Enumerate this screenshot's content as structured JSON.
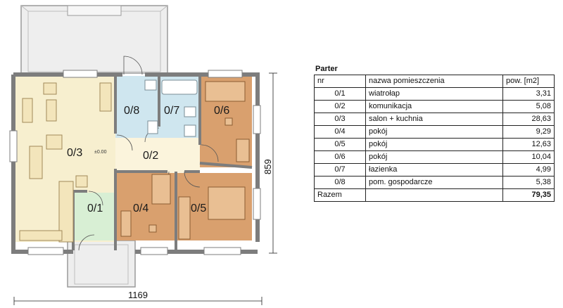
{
  "plan": {
    "rooms": [
      {
        "id": "0/1",
        "label": "0/1"
      },
      {
        "id": "0/2",
        "label": "0/2"
      },
      {
        "id": "0/3",
        "label": "0/3"
      },
      {
        "id": "0/4",
        "label": "0/4"
      },
      {
        "id": "0/5",
        "label": "0/5"
      },
      {
        "id": "0/6",
        "label": "0/6"
      },
      {
        "id": "0/7",
        "label": "0/7"
      },
      {
        "id": "0/8",
        "label": "0/8"
      }
    ],
    "level_mark": "±0.00",
    "dim_width": "1169",
    "dim_height": "859",
    "colors": {
      "salon": "#f7efcf",
      "bathroom": "#cfe6ef",
      "hall": "#fbf4dc",
      "vestibule": "#d8efd4",
      "bedroom": "#d9a06e",
      "wall": "#7d7d7d",
      "terrace": "#eeeeee"
    }
  },
  "table": {
    "title": "Parter",
    "headers": {
      "nr": "nr",
      "name": "nazwa pomieszczenia",
      "area": "pow. [m2]"
    },
    "rows": [
      {
        "nr": "0/1",
        "name": "wiatrołap",
        "area": "3,31"
      },
      {
        "nr": "0/2",
        "name": "komunikacja",
        "area": "5,08"
      },
      {
        "nr": "0/3",
        "name": "salon + kuchnia",
        "area": "28,63"
      },
      {
        "nr": "0/4",
        "name": "pokój",
        "area": "9,29"
      },
      {
        "nr": "0/5",
        "name": "pokój",
        "area": "12,63"
      },
      {
        "nr": "0/6",
        "name": "pokój",
        "area": "10,04"
      },
      {
        "nr": "0/7",
        "name": "łazienka",
        "area": "4,99"
      },
      {
        "nr": "0/8",
        "name": "pom. gospodarcze",
        "area": "5,38"
      }
    ],
    "total": {
      "label": "Razem",
      "area": "79,35"
    }
  }
}
